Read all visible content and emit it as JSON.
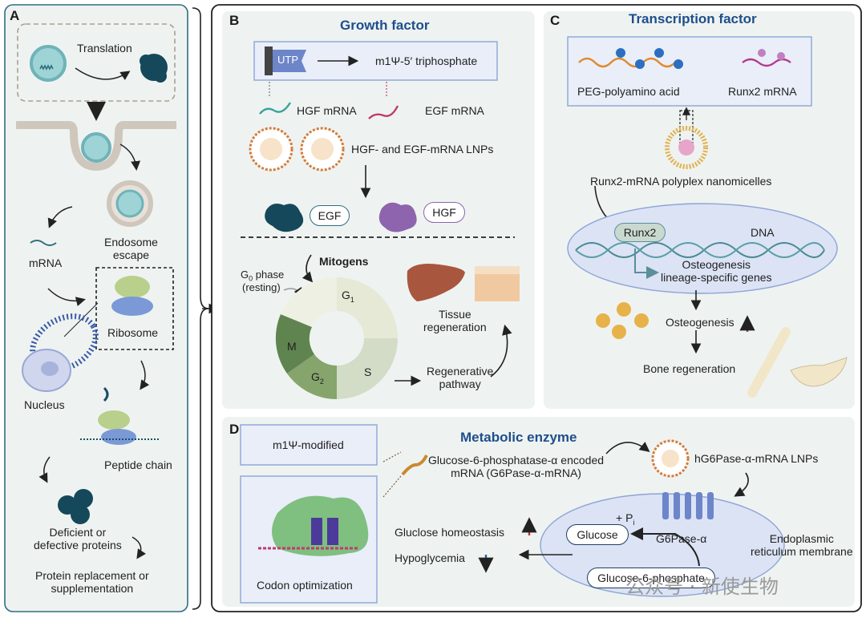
{
  "panel_a": {
    "letter": "A",
    "translation": "Translation",
    "endosome_escape": "Endosome\nescape",
    "mrna": "mRNA",
    "ribosome": "Ribosome",
    "nucleus": "Nucleus",
    "peptide_chain": "Peptide chain",
    "deficient": "Deficient or\ndefective proteins",
    "replacement": "Protein replacement or\nsupplementation"
  },
  "panel_b": {
    "letter": "B",
    "title": "Growth factor",
    "utp": "UTP",
    "m1psi": "m1Ψ-5′ triphosphate",
    "hgf_mrna": "HGF mRNA",
    "egf_mrna": "EGF mRNA",
    "lnps": "HGF- and EGF-mRNA LNPs",
    "egf": "EGF",
    "hgf": "HGF",
    "mitogens": "Mitogens",
    "g0": "G",
    "g0_sub": "0",
    "g0_rest": " phase",
    "resting": "(resting)",
    "g1": "G",
    "g1_sub": "1",
    "m": "M",
    "g2": "G",
    "g2_sub": "2",
    "s": "S",
    "tissue_regen": "Tissue\nregeneration",
    "regen_pathway": "Regenerative\npathway"
  },
  "panel_c": {
    "letter": "C",
    "title": "Transcription factor",
    "peg": "PEG-polyamino acid",
    "runx2_mrna": "Runx2 mRNA",
    "nanomicelles": "Runx2-mRNA polyplex nanomicelles",
    "runx2": "Runx2",
    "dna": "DNA",
    "osteo_genes": "Osteogenesis\nlineage-specific genes",
    "osteogenesis": "Osteogenesis",
    "bone_regen": "Bone regeneration"
  },
  "panel_d": {
    "letter": "D",
    "title": "Metabolic enzyme",
    "m1psi_mod": "m1Ψ-modified",
    "g6pase_mrna": "Glucose-6-phosphatase-α encoded\nmRNA (G6Pase-α-mRNA)",
    "lnps": "hG6Pase-α-mRNA LNPs",
    "codon": "Codon optimization",
    "pi": "+ P",
    "pi_sub": "i",
    "glucose": "Glucose",
    "g6pase": "G6Pase-α",
    "g6p": "Glucose-6-phosphate",
    "homeostasis": "Gluclose homeostasis",
    "hypo": "Hypoglycemia",
    "er": "Endoplasmic\nreticulum membrane"
  },
  "watermark": "公众号 · 新使生物",
  "colors": {
    "title_blue": "#1f4e8c",
    "panel_bg": "#eef3f1",
    "teal": "#2f6e80",
    "up_red": "#c0392b",
    "down_blue": "#1f5fa8"
  }
}
